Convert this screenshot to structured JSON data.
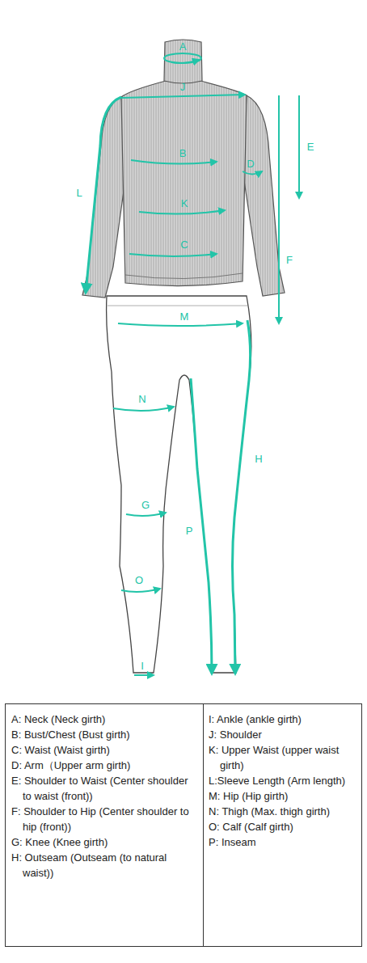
{
  "diagram": {
    "labels": [
      "A",
      "J",
      "E",
      "B",
      "D",
      "L",
      "K",
      "F",
      "C",
      "M",
      "N",
      "H",
      "G",
      "P",
      "O",
      "I",
      "A: Neck (Neck girth)",
      "B: Bust/Chest (Bust girth)",
      "C: Waist (Waist girth)",
      "D: Arm（Upper arm girth)",
      "E: Shoulder to Waist (Center shoulder to waist (front))",
      "F: Shoulder to Hip (Center shoulder to hip (front))",
      "G: Knee (Knee girth)",
      "H: Outseam (Outseam (to natural waist))",
      "I: Ankle (ankle girth)",
      "J: Shoulder",
      "K: Upper Waist (upper waist girth)",
      "L:Sleeve Length (Arm length)",
      "M: Hip (Hip girth)",
      "N: Thigh (Max. thigh girth)",
      "O: Calf (Calf girth)",
      "P: Inseam"
    ]
  }
}
